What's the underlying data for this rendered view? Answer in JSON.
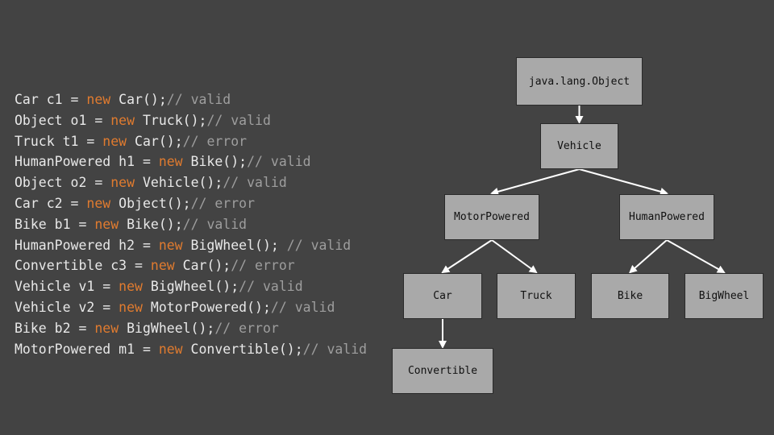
{
  "code_lines": [
    {
      "pre": "Car c1 = ",
      "kw": "new",
      "post": " Car();",
      "comment": "// valid"
    },
    {
      "pre": "Object o1 = ",
      "kw": "new",
      "post": " Truck();",
      "comment": "// valid"
    },
    {
      "pre": "Truck t1 = ",
      "kw": "new",
      "post": " Car();",
      "comment": "// error"
    },
    {
      "pre": "HumanPowered h1 = ",
      "kw": "new",
      "post": " Bike();",
      "comment": "// valid"
    },
    {
      "pre": "Object o2 = ",
      "kw": "new",
      "post": " Vehicle();",
      "comment": "// valid"
    },
    {
      "pre": "Car c2 = ",
      "kw": "new",
      "post": " Object();",
      "comment": "// error"
    },
    {
      "pre": "Bike b1 = ",
      "kw": "new",
      "post": " Bike();",
      "comment": "// valid"
    },
    {
      "pre": "HumanPowered h2 = ",
      "kw": "new",
      "post": " BigWheel(); ",
      "comment": "// valid"
    },
    {
      "pre": "Convertible c3 = ",
      "kw": "new",
      "post": " Car();",
      "comment": "// error"
    },
    {
      "pre": "Vehicle v1 = ",
      "kw": "new",
      "post": " BigWheel();",
      "comment": "// valid"
    },
    {
      "pre": "Vehicle v2 = ",
      "kw": "new",
      "post": " MotorPowered();",
      "comment": "// valid"
    },
    {
      "pre": "Bike b2 = ",
      "kw": "new",
      "post": " BigWheel();",
      "comment": "// error"
    },
    {
      "pre": "MotorPowered m1 = ",
      "kw": "new",
      "post": " Convertible();",
      "comment": "// valid"
    }
  ],
  "hierarchy": {
    "nodes": [
      {
        "id": "object",
        "label": "java.lang.Object"
      },
      {
        "id": "vehicle",
        "label": "Vehicle"
      },
      {
        "id": "motorpowered",
        "label": "MotorPowered"
      },
      {
        "id": "humanpowered",
        "label": "HumanPowered"
      },
      {
        "id": "car",
        "label": "Car"
      },
      {
        "id": "truck",
        "label": "Truck"
      },
      {
        "id": "bike",
        "label": "Bike"
      },
      {
        "id": "bigwheel",
        "label": "BigWheel"
      },
      {
        "id": "convertible",
        "label": "Convertible"
      }
    ],
    "edges": [
      {
        "from": "object",
        "to": "vehicle"
      },
      {
        "from": "vehicle",
        "to": "motorpowered"
      },
      {
        "from": "vehicle",
        "to": "humanpowered"
      },
      {
        "from": "motorpowered",
        "to": "car"
      },
      {
        "from": "motorpowered",
        "to": "truck"
      },
      {
        "from": "humanpowered",
        "to": "bike"
      },
      {
        "from": "humanpowered",
        "to": "bigwheel"
      },
      {
        "from": "car",
        "to": "convertible"
      }
    ]
  }
}
